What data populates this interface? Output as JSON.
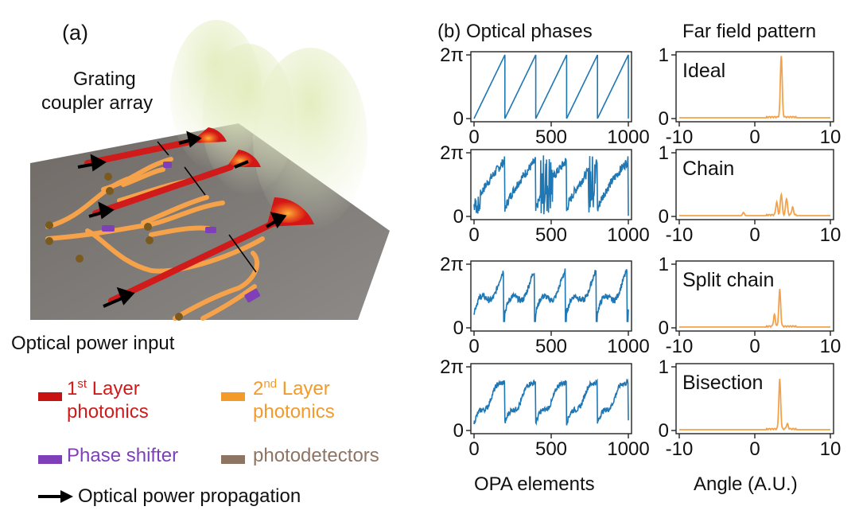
{
  "panel_a": {
    "label": "(a)",
    "grating_label_line1": "Grating",
    "grating_label_line2": "coupler array",
    "input_label": "Optical power input"
  },
  "legend": {
    "layer1_sup": "st",
    "layer1_line1_pre": "1",
    "layer1_line1_post": " Layer",
    "layer1_line2": "photonics",
    "layer2_line1_pre": "2",
    "layer2_sup": "nd",
    "layer2_line1_post": " Layer",
    "layer2_line2": "photonics",
    "phase_shifter": "Phase shifter",
    "photodetectors": "photodetectors",
    "propagation": "Optical power propagation",
    "colors": {
      "layer1": "#d11a1a",
      "layer2": "#f29b2b",
      "phase_shifter": "#7e3fb8",
      "photodetector": "#8e7463"
    }
  },
  "panel_b": {
    "label_phases": "(b) Optical phases",
    "label_far_field": "Far field pattern",
    "xlabel_phases": "OPA elements",
    "xlabel_far_field": "Angle (A.U.)"
  },
  "chart_data": [
    {
      "type": "line",
      "row": 0,
      "panel": "phases",
      "x_ticks": [
        "0",
        "500",
        "1000"
      ],
      "y_ticks": [
        "0",
        "2π"
      ],
      "xlim": [
        0,
        1000
      ],
      "ylim": [
        0,
        6.283
      ],
      "pattern": "ideal-sawtooth",
      "periods": 5
    },
    {
      "type": "line",
      "row": 1,
      "panel": "phases",
      "x_ticks": [
        "0",
        "500",
        "1000"
      ],
      "y_ticks": [
        "0",
        "2π"
      ],
      "xlim": [
        0,
        1000
      ],
      "ylim": [
        0,
        6.283
      ],
      "pattern": "chain-noisy"
    },
    {
      "type": "line",
      "row": 2,
      "panel": "phases",
      "x_ticks": [
        "0",
        "500",
        "1000"
      ],
      "y_ticks": [
        "0",
        "2π"
      ],
      "xlim": [
        0,
        1000
      ],
      "ylim": [
        0,
        6.283
      ],
      "pattern": "split-chain"
    },
    {
      "type": "line",
      "row": 3,
      "panel": "phases",
      "x_ticks": [
        "0",
        "500",
        "1000"
      ],
      "y_ticks": [
        "0",
        "2π"
      ],
      "xlim": [
        0,
        1000
      ],
      "ylim": [
        0,
        6.283
      ],
      "pattern": "bisection"
    },
    {
      "type": "line",
      "row": 0,
      "panel": "far_field",
      "label": "Ideal",
      "x_ticks": [
        "-10",
        "0",
        "10"
      ],
      "y_ticks": [
        "0",
        "1"
      ],
      "xlim": [
        -10,
        10
      ],
      "ylim": [
        0,
        1
      ],
      "peaks": [
        {
          "x": 3.5,
          "y": 0.97
        }
      ]
    },
    {
      "type": "line",
      "row": 1,
      "panel": "far_field",
      "label": "Chain",
      "x_ticks": [
        "-10",
        "0",
        "10"
      ],
      "y_ticks": [
        "0",
        "1"
      ],
      "xlim": [
        -10,
        10
      ],
      "ylim": [
        0,
        1
      ],
      "peaks": [
        {
          "x": 2.9,
          "y": 0.2
        },
        {
          "x": 3.5,
          "y": 0.33
        },
        {
          "x": 4.2,
          "y": 0.26
        },
        {
          "x": 5.0,
          "y": 0.12
        },
        {
          "x": -1.5,
          "y": 0.05
        }
      ]
    },
    {
      "type": "line",
      "row": 2,
      "panel": "far_field",
      "label": "Split chain",
      "x_ticks": [
        "-10",
        "0",
        "10"
      ],
      "y_ticks": [
        "0",
        "1"
      ],
      "xlim": [
        -10,
        10
      ],
      "ylim": [
        0,
        1
      ],
      "peaks": [
        {
          "x": 3.3,
          "y": 0.58
        },
        {
          "x": 2.6,
          "y": 0.18
        }
      ]
    },
    {
      "type": "line",
      "row": 3,
      "panel": "far_field",
      "label": "Bisection",
      "x_ticks": [
        "-10",
        "0",
        "10"
      ],
      "y_ticks": [
        "0",
        "1"
      ],
      "xlim": [
        -10,
        10
      ],
      "ylim": [
        0,
        1
      ],
      "peaks": [
        {
          "x": 3.3,
          "y": 0.78
        },
        {
          "x": 4.3,
          "y": 0.08
        }
      ]
    }
  ]
}
